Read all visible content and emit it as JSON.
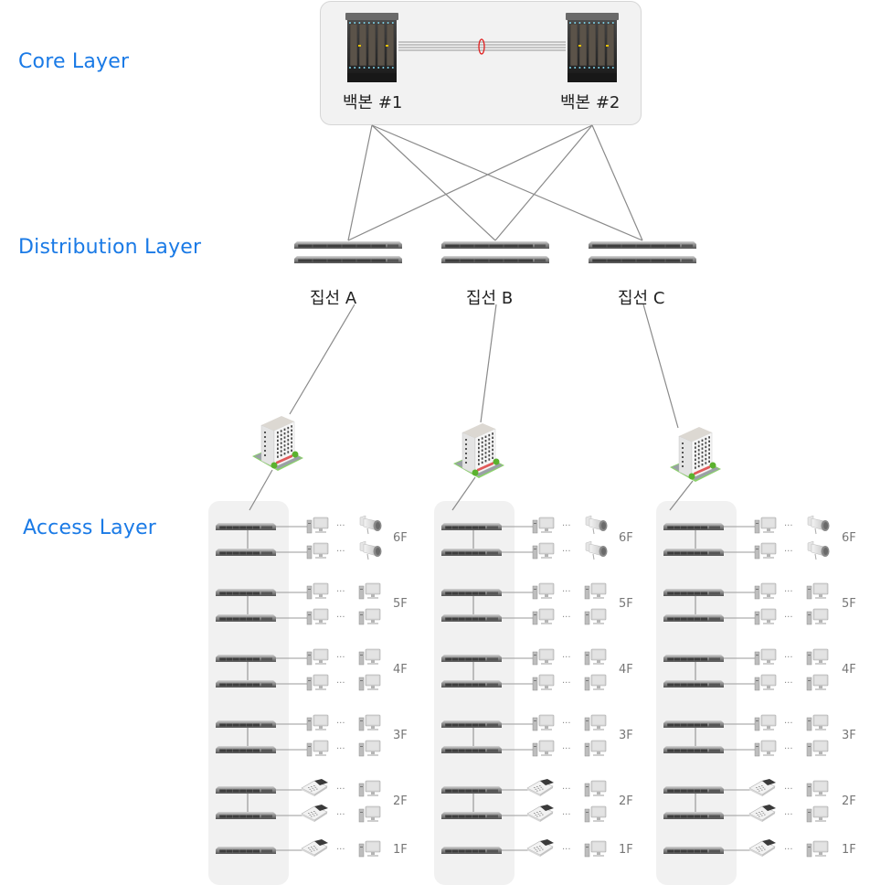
{
  "layers": {
    "core": "Core Layer",
    "distribution": "Distribution Layer",
    "access": "Access Layer"
  },
  "core": {
    "devices": [
      {
        "label": "백본 #1",
        "icon": "chassis-router-icon"
      },
      {
        "label": "백본 #2",
        "icon": "chassis-router-icon"
      }
    ],
    "link_marker": "lag-ellipse-icon",
    "link_marker_color": "#e02020"
  },
  "distribution": {
    "switches": [
      {
        "label": "집선 A",
        "icon": "stacked-switch-icon"
      },
      {
        "label": "집선 B",
        "icon": "stacked-switch-icon"
      },
      {
        "label": "집선 C",
        "icon": "stacked-switch-icon"
      }
    ]
  },
  "access": {
    "buildings": [
      {
        "icon": "building-icon"
      },
      {
        "icon": "building-icon"
      },
      {
        "icon": "building-icon"
      }
    ],
    "floors": [
      {
        "label": "6F",
        "switches": 2,
        "endpoints": [
          "pc-icon",
          "cctv-camera-icon"
        ]
      },
      {
        "label": "5F",
        "switches": 2,
        "endpoints": [
          "pc-icon",
          "pc-icon"
        ]
      },
      {
        "label": "4F",
        "switches": 2,
        "endpoints": [
          "pc-icon",
          "pc-icon"
        ]
      },
      {
        "label": "3F",
        "switches": 2,
        "endpoints": [
          "pc-icon",
          "pc-icon"
        ]
      },
      {
        "label": "2F",
        "switches": 2,
        "endpoints": [
          "ip-phone-icon",
          "pc-icon"
        ]
      },
      {
        "label": "1F",
        "switches": 1,
        "endpoints": [
          "ip-phone-icon",
          "pc-icon"
        ]
      }
    ],
    "ellipsis": "···"
  },
  "colors": {
    "label_blue": "#1a7ae6",
    "panel_gray": "#f1f1f1",
    "wire_gray": "#888888"
  }
}
